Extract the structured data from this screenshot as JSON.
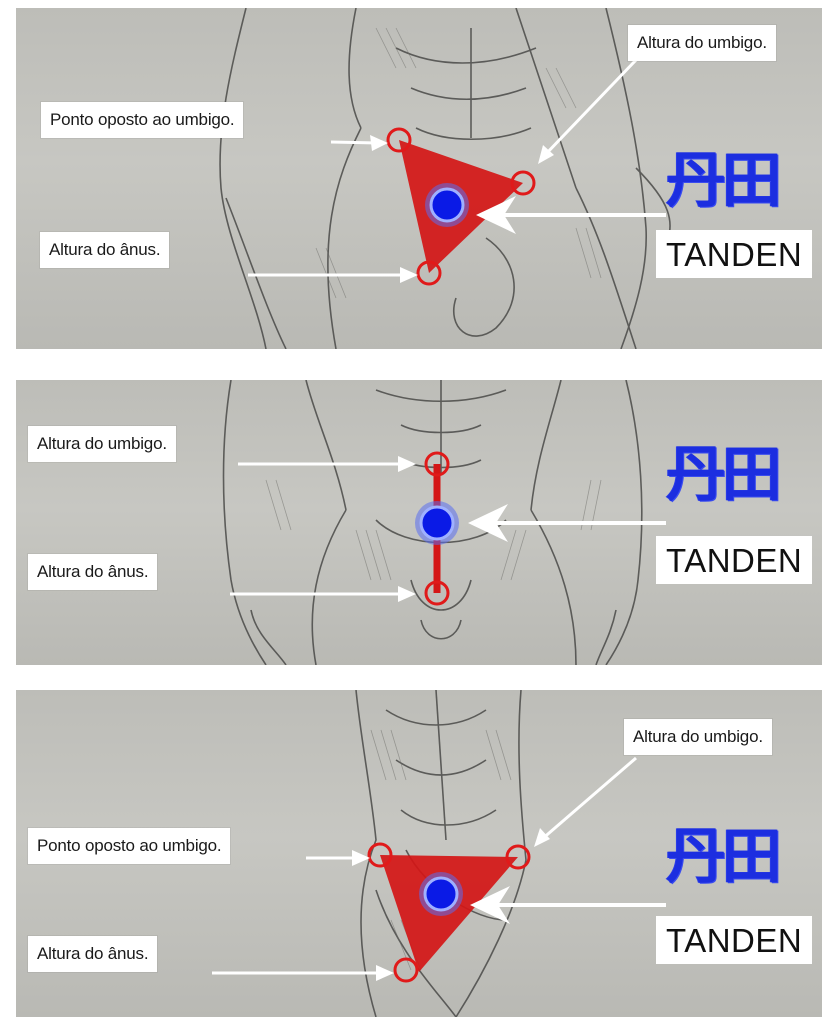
{
  "panels": [
    {
      "callouts": {
        "navel_height": "Altura do umbigo.",
        "opposite_navel": "Ponto oposto ao umbigo.",
        "anus_height": "Altura do ânus."
      },
      "tanden_label": "TANDEN",
      "kanji": "丹田"
    },
    {
      "callouts": {
        "navel_height": "Altura do umbigo.",
        "anus_height": "Altura do ânus."
      },
      "tanden_label": "TANDEN",
      "kanji": "丹田"
    },
    {
      "callouts": {
        "navel_height": "Altura do umbigo.",
        "opposite_navel": "Ponto oposto ao umbigo.",
        "anus_height": "Altura do ânus."
      },
      "tanden_label": "TANDEN",
      "kanji": "丹田"
    }
  ],
  "colors": {
    "triangle": "#d41616",
    "marker_ring": "#e01a1a",
    "tanden_dot": "#0a1ae6",
    "kanji": "#1c2ee0",
    "arrow": "#ffffff"
  }
}
